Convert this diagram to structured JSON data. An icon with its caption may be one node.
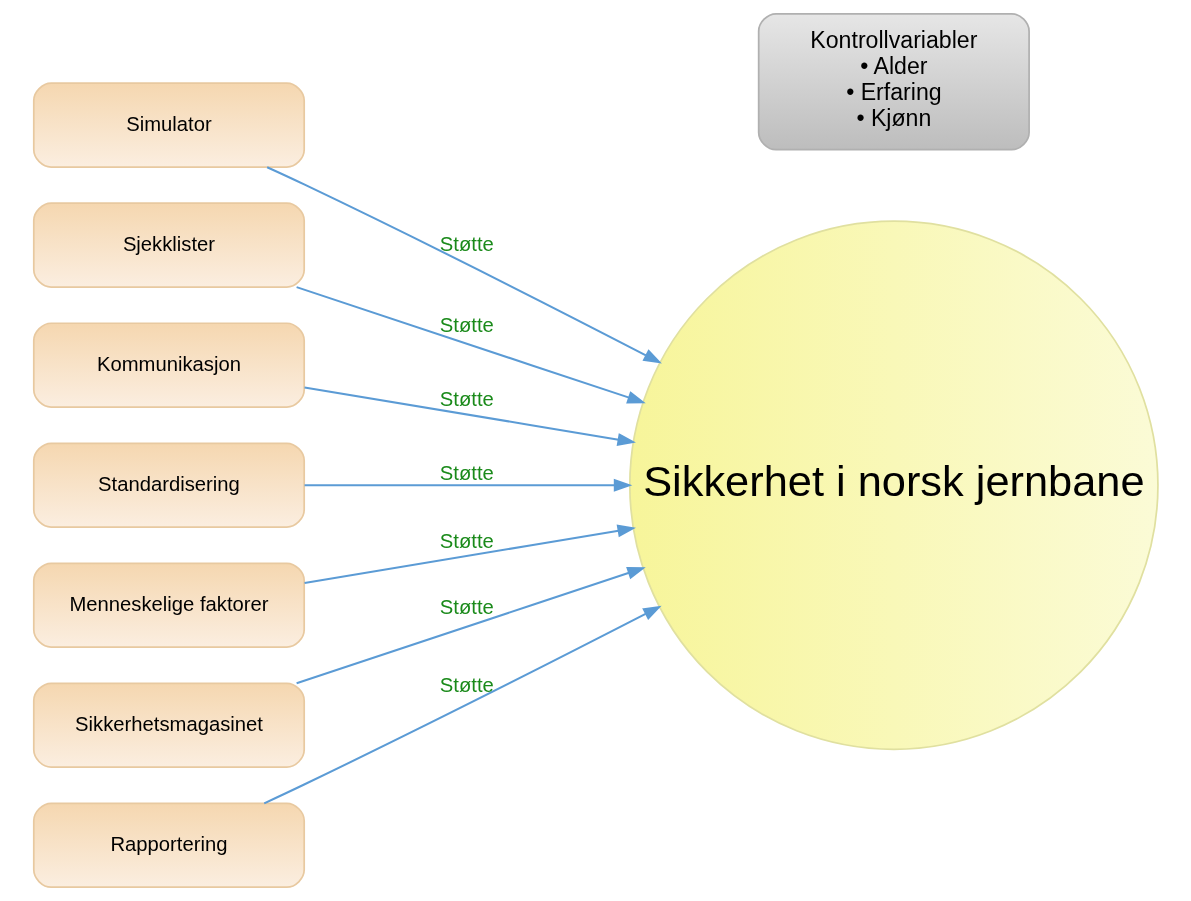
{
  "diagram": {
    "nodes": [
      {
        "text": [
          "Simulator"
        ]
      },
      {
        "text": [
          "Sjekklister"
        ]
      },
      {
        "text": [
          "Kommunikasjon"
        ]
      },
      {
        "text": [
          "Standardisering"
        ]
      },
      {
        "text": [
          "Menneskelige faktorer"
        ]
      },
      {
        "text": [
          "Sikkerhetsmagasinet"
        ]
      },
      {
        "text": [
          "Rapportering"
        ]
      },
      {
        "text": [
          "Sikkerhet i norsk jernbane"
        ]
      },
      {
        "text": [
          "Kontrollvariabler",
          "• Alder",
          "• Erfaring",
          "• Kjønn"
        ]
      }
    ],
    "edges": [
      {
        "from": 0,
        "to": 7,
        "arrow": "to",
        "label": "Støtte"
      },
      {
        "from": 1,
        "to": 7,
        "arrow": "to",
        "label": "Støtte"
      },
      {
        "from": 2,
        "to": 7,
        "arrow": "to",
        "label": "Støtte"
      },
      {
        "from": 3,
        "to": 7,
        "arrow": "to",
        "label": "Støtte"
      },
      {
        "from": 4,
        "to": 7,
        "arrow": "to",
        "label": "Støtte"
      },
      {
        "from": 5,
        "to": 7,
        "arrow": "to",
        "label": "Støtte"
      },
      {
        "from": 6,
        "to": 7,
        "arrow": "to",
        "label": "Støtte"
      }
    ]
  }
}
